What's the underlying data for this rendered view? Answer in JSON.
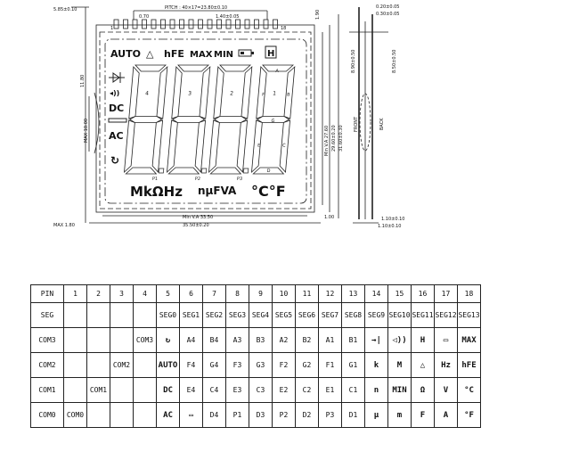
{
  "dimensions": {
    "left_offset": "5.85±0.10",
    "pitch": "PITCH : 40×17=23.80±0.10",
    "pin_width": "0.70",
    "pin_pitch": "1.40±0.05",
    "pin_first": "1",
    "pin_last": "18",
    "top_margin": "1.90",
    "height_upper": "11.80",
    "max_height": "MAX 10.00",
    "va_height": "Min V.A 27.60",
    "glass_height": "29.60±0.20",
    "total_height": "31.60±0.30",
    "va_width": "Min V.A 33.50",
    "glass_width": "35.50±0.20",
    "max_left": "MAX 1.80",
    "right_margin": "1.00",
    "side_top1": "0.20±0.05",
    "side_top2": "0.30±0.05",
    "side_left": "8.90±0.50",
    "side_right": "8.50±0.50",
    "front": "FRONT",
    "back": "BACK",
    "side_bottom1": "1.10±0.10",
    "side_bottom2": "1.10±0.10"
  },
  "lcd": {
    "top_icons": {
      "auto": "AUTO",
      "delta": "△",
      "hfe": "hFE",
      "max": "MAX",
      "min": "MIN",
      "hold": "H"
    },
    "left_icons": {
      "dc": "DC",
      "ac": "AC"
    },
    "units_left": "MkΩHz",
    "units_mid": "nµFVA",
    "units_temp": "°C°F",
    "digit_labels": [
      "4",
      "3",
      "2",
      "1"
    ],
    "segment_labels": {
      "a": "A",
      "b": "B",
      "c": "C",
      "d": "D",
      "e": "E",
      "f": "F",
      "g": "G"
    },
    "points": [
      "P1",
      "P2",
      "P3"
    ]
  },
  "pin_table": {
    "rows": [
      [
        "PIN",
        "1",
        "2",
        "3",
        "4",
        "5",
        "6",
        "7",
        "8",
        "9",
        "10",
        "11",
        "12",
        "13",
        "14",
        "15",
        "16",
        "17",
        "18"
      ],
      [
        "SEG",
        "",
        "",
        "",
        "",
        "SEG0",
        "SEG1",
        "SEG2",
        "SEG3",
        "SEG4",
        "SEG5",
        "SEG6",
        "SEG7",
        "SEG8",
        "SEG9",
        "SEG10",
        "SEG11",
        "SEG12",
        "SEG13"
      ],
      [
        "COM3",
        "",
        "",
        "",
        "COM3",
        "↻",
        "A4",
        "B4",
        "A3",
        "B3",
        "A2",
        "B2",
        "A1",
        "B1",
        "→|",
        "◁))",
        "H",
        "▭",
        "MAX"
      ],
      [
        "COM2",
        "",
        "",
        "COM2",
        "",
        "AUTO",
        "F4",
        "G4",
        "F3",
        "G3",
        "F2",
        "G2",
        "F1",
        "G1",
        "k",
        "M",
        "△",
        "Hz",
        "hFE"
      ],
      [
        "COM1",
        "",
        "COM1",
        "",
        "",
        "DC",
        "E4",
        "C4",
        "E3",
        "C3",
        "E2",
        "C2",
        "E1",
        "C1",
        "n",
        "MIN",
        "Ω",
        "V",
        "°C"
      ],
      [
        "COM0",
        "COM0",
        "",
        "",
        "",
        "AC",
        "▭",
        "D4",
        "P1",
        "D3",
        "P2",
        "D2",
        "P3",
        "D1",
        "µ",
        "m",
        "F",
        "A",
        "°F"
      ]
    ]
  }
}
